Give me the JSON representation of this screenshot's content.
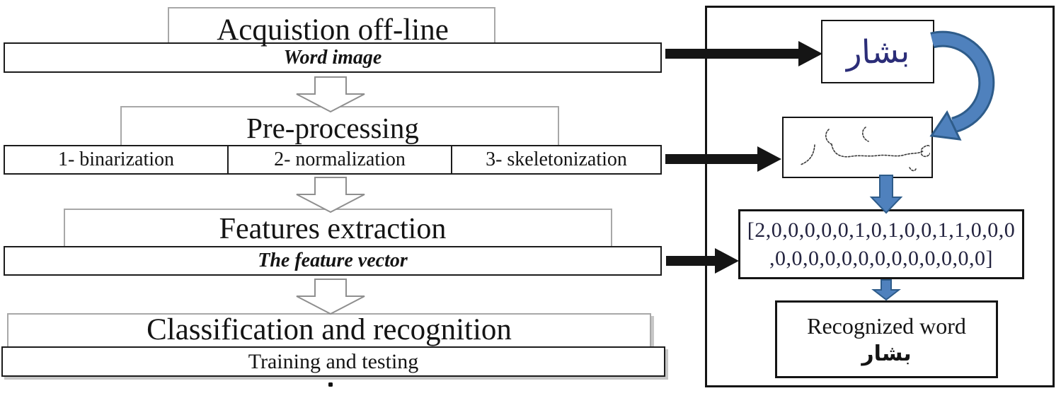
{
  "diagram": {
    "stages": [
      {
        "title": "Acquistion off-line",
        "subtitle": "Word image"
      },
      {
        "title": "Pre-processing",
        "cells": [
          "1- binarization",
          "2- normalization",
          "3- skeletonization"
        ]
      },
      {
        "title": "Features extraction",
        "subtitle": "The feature vector"
      },
      {
        "title": "Classification and recognition",
        "subtitle": "Training and testing"
      }
    ],
    "footer_dot": "."
  },
  "panel": {
    "word_image_text": "بشار",
    "feature_vector": {
      "line1": "[2,0,0,0,0,0,1,0,1,0,0,1,1,0,0,0",
      "line2": ",0,0,0,0,0,0,0,0,0,0,0,0,0]"
    },
    "recognized": {
      "label": "Recognized word",
      "value": "بشار"
    }
  },
  "icons": {
    "flow_down_arrow": "hollow-down-arrow",
    "stage_to_example_arrow": "black-right-arrow",
    "curved_arrow": "curved-blue-arrow",
    "block_down_arrow": "blue-down-arrow"
  },
  "colors": {
    "arrow_blue": "#4f81bd",
    "arrow_blue_dark": "#2e5c8a",
    "ink_navy": "#2b2d78",
    "frame_gray": "#a8a8a8",
    "ink_black": "#151515",
    "vector_text": "#23233f"
  }
}
